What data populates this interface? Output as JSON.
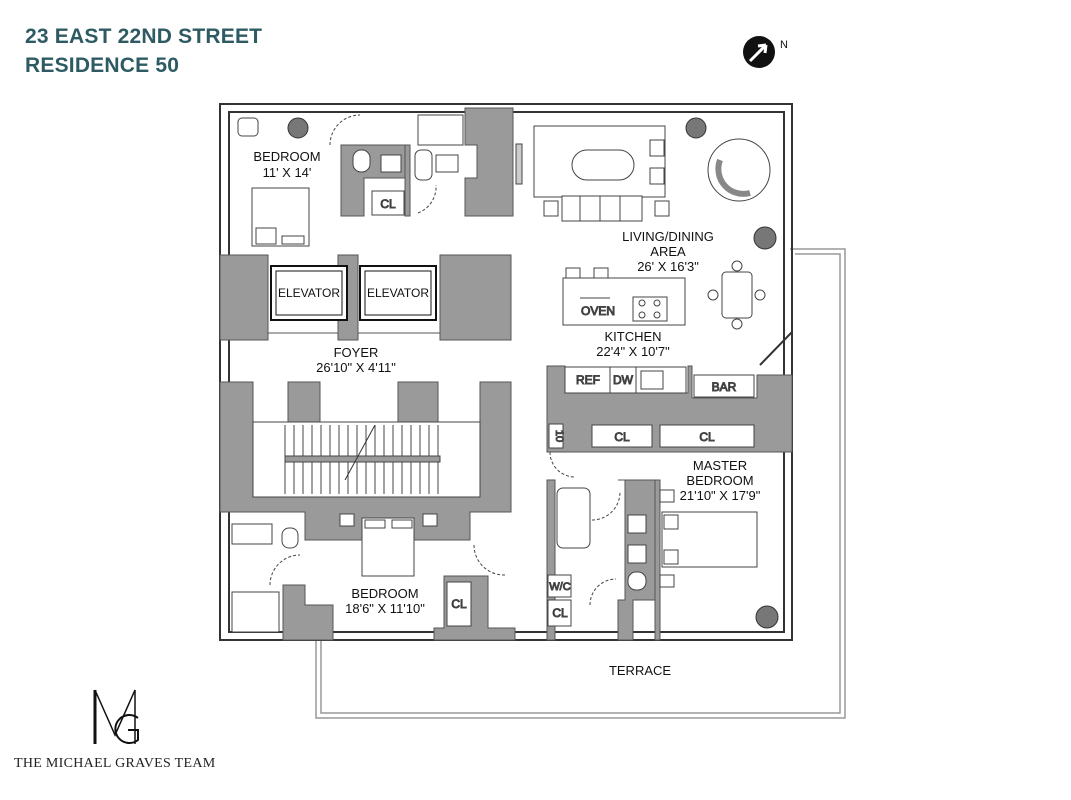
{
  "header": {
    "line1": "23 EAST 22ND STREET",
    "line2": "RESIDENCE 50"
  },
  "compass": {
    "label": "N"
  },
  "rooms": {
    "bedroom_nw": {
      "name": "BEDROOM",
      "dims": "11' X 14'"
    },
    "living": {
      "name1": "LIVING/DINING",
      "name2": "AREA",
      "dims": "26' X 16'3\""
    },
    "kitchen": {
      "name": "KITCHEN",
      "dims": "22'4\" X 10'7\""
    },
    "foyer": {
      "name": "FOYER",
      "dims": "26'10\" X 4'11\""
    },
    "master": {
      "name1": "MASTER",
      "name2": "BEDROOM",
      "dims": "21'10\" X 17'9\""
    },
    "bedroom_s": {
      "name": "BEDROOM",
      "dims": "18'6\" X 11'10\""
    },
    "terrace": {
      "name": "TERRACE"
    }
  },
  "fixtures": {
    "elevator_1": "ELEVATOR",
    "elevator_2": "ELEVATOR",
    "cl_nw": "CL",
    "oven": "OVEN",
    "ref": "REF",
    "dw": "DW",
    "bar": "BAR",
    "cl_master_1": "CL",
    "cl_master_2": "CL",
    "wic": "W/C",
    "cl_bath": "CL",
    "cl_bedroom_s": "CL",
    "ten": "10"
  },
  "brand": {
    "monogram_alt": "MG",
    "name": "THE MICHAEL GRAVES TEAM"
  },
  "colors": {
    "wall": "#9a9a9a",
    "title": "#2e5b63",
    "line": "#333333"
  }
}
